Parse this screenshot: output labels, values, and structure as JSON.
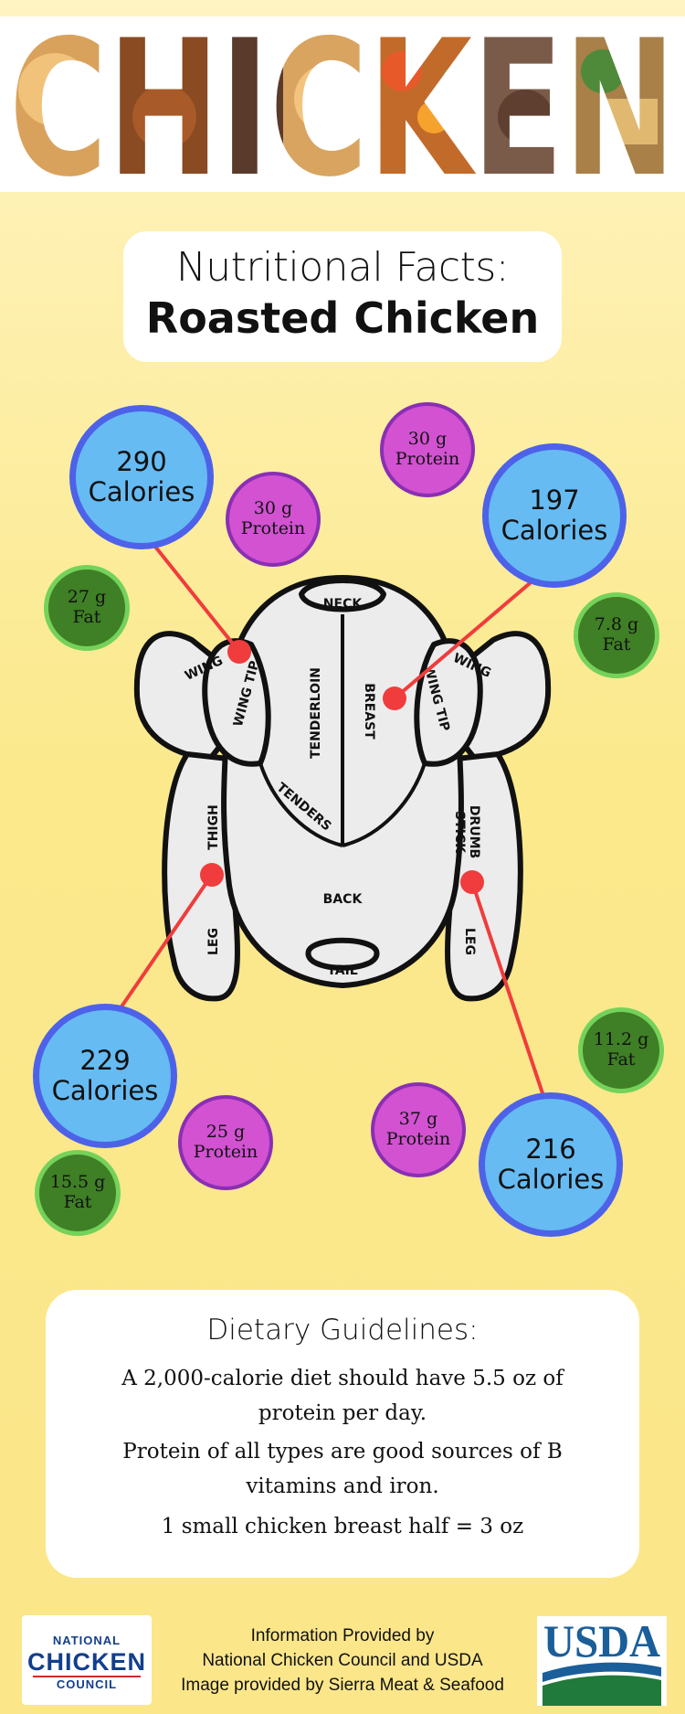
{
  "header": {
    "banner_text": "CHICKEN"
  },
  "title_card": {
    "line1": "Nutritional Facts:",
    "line2": "Roasted Chicken"
  },
  "diagram": {
    "parts": {
      "neck": "NECK",
      "wing_left": "WING",
      "wing_tip_left": "WING TIP",
      "tenderloin": "TENDERLOIN",
      "breast": "BREAST",
      "wing_tip_right": "WING TIP",
      "wing_right": "WING",
      "tenders": "TENDERS",
      "thigh": "THIGH",
      "drumstick_line1": "DRUMB",
      "drumstick_line2": "STICK",
      "back": "BACK",
      "leg_left": "LEG",
      "leg_right": "LEG",
      "tail": "TAIL"
    }
  },
  "nutrition": {
    "wing": {
      "calories_value": "290",
      "calories_label": "Calories",
      "protein_value": "30 g",
      "protein_label": "Protein",
      "fat_value": "27 g",
      "fat_label": "Fat"
    },
    "breast": {
      "calories_value": "197",
      "calories_label": "Calories",
      "protein_value": "30 g",
      "protein_label": "Protein",
      "fat_value": "7.8 g",
      "fat_label": "Fat"
    },
    "thigh": {
      "calories_value": "229",
      "calories_label": "Calories",
      "protein_value": "25 g",
      "protein_label": "Protein",
      "fat_value": "15.5 g",
      "fat_label": "Fat"
    },
    "drumstick": {
      "calories_value": "216",
      "calories_label": "Calories",
      "protein_value": "37 g",
      "protein_label": "Protein",
      "fat_value": "11.2 g",
      "fat_label": "Fat"
    }
  },
  "guidelines": {
    "title": "Dietary Guidelines:",
    "line1": "A 2,000-calorie diet should have 5.5 oz of protein per day.",
    "line2": "Protein of all types are good sources of B vitamins and iron.",
    "line3": "1 small chicken breast half = 3 oz"
  },
  "footer": {
    "ncc_top": "NATIONAL",
    "ncc_mid": "CHICKEN",
    "ncc_bot": "COUNCIL",
    "credit_line1": "Information Provided by",
    "credit_line2": "National Chicken Council and USDA",
    "credit_line3": "Image provided by Sierra Meat & Seafood",
    "usda_text": "USDA"
  },
  "colors": {
    "calories_fill": "#66bbf2",
    "calories_ring": "#4d62e9",
    "protein_fill": "#d252d2",
    "fat_fill": "#3f7f25",
    "pointer_red": "#f03c3c",
    "usda_blue": "#1a5e9a",
    "usda_green": "#1f7a3c"
  }
}
